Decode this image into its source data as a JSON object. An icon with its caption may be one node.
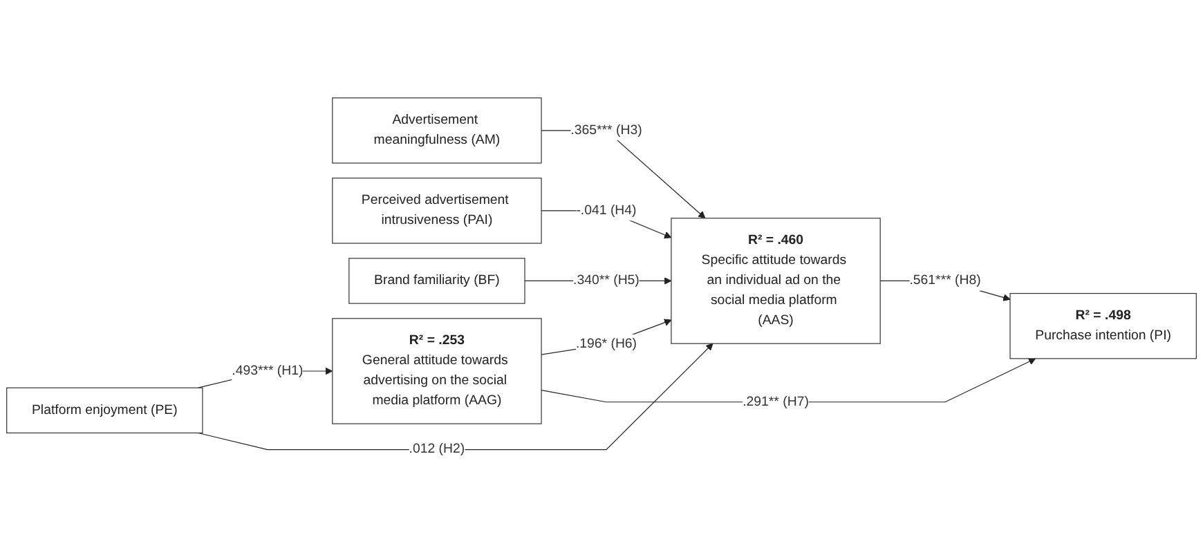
{
  "diagram": {
    "nodes": [
      {
        "text": [
          "Platform enjoyment (PE)"
        ]
      },
      {
        "text": [
          "Advertisement meaningfulness (AM)"
        ]
      },
      {
        "text": [
          "Perceived advertisement intrusiveness (PAI)"
        ]
      },
      {
        "text": [
          "Brand familiarity (BF)"
        ]
      },
      {
        "text": [
          "R² = .253",
          "General attitude towards advertising on the social media platform (AAG)"
        ]
      },
      {
        "text": [
          "R² = .460",
          "Specific attitude towards an individual ad on the social media platform (AAS)"
        ]
      },
      {
        "text": [
          "R² = .498",
          "Purchase intention (PI)"
        ]
      }
    ],
    "edges": [
      {
        "from": 0,
        "to": 4,
        "arrow": "to",
        "label": ".493*** (H1)"
      },
      {
        "from": 0,
        "to": 5,
        "arrow": "to",
        "label": ".012 (H2)"
      },
      {
        "from": 1,
        "to": 5,
        "arrow": "to",
        "label": ".365*** (H3)"
      },
      {
        "from": 2,
        "to": 5,
        "arrow": "to",
        "label": "-.041 (H4)"
      },
      {
        "from": 3,
        "to": 5,
        "arrow": "to",
        "label": ".340** (H5)"
      },
      {
        "from": 4,
        "to": 5,
        "arrow": "to",
        "label": ".196* (H6)"
      },
      {
        "from": 4,
        "to": 6,
        "arrow": "to",
        "label": ".291** (H7)"
      },
      {
        "from": 5,
        "to": 6,
        "arrow": "to",
        "label": ".561*** (H8)"
      }
    ]
  }
}
